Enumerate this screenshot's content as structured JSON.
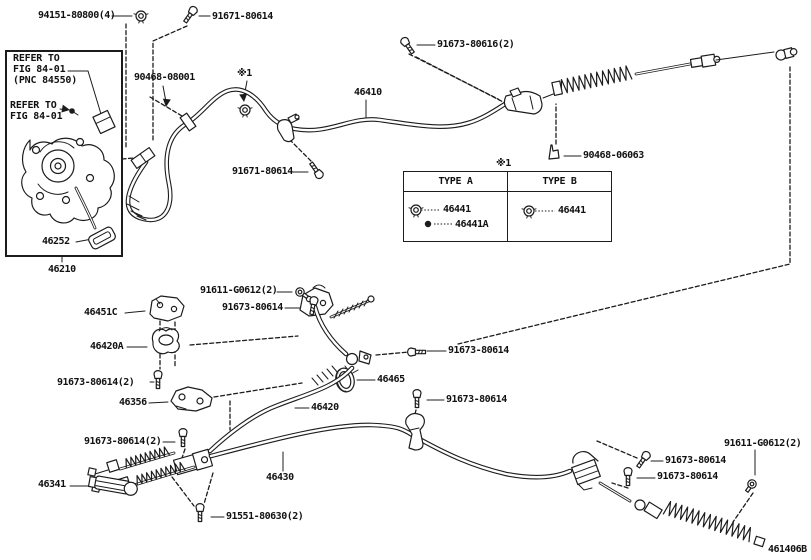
{
  "figure_code": "461406B",
  "colors": {
    "line": "#1c1c1c",
    "background": "#ffffff",
    "text": "#111111"
  },
  "notes": {
    "marker_top": "※1",
    "marker_table": "※1"
  },
  "refer_box": {
    "top_ref_line1": "REFER TO",
    "top_ref_line2": "FIG 84-01",
    "top_ref_line3": "(PNC 84550)",
    "bottom_ref_line1": "REFER TO",
    "bottom_ref_line2": "FIG 84-01"
  },
  "type_table": {
    "col_a": "TYPE A",
    "col_b": "TYPE B",
    "a_part1": "46441",
    "a_part2": "46441A",
    "b_part1": "46441"
  },
  "part_labels": {
    "nut_94151": "94151-80800(4)",
    "bolt_91671_top": "91671-80614",
    "bolt_91673_80616": "91673-80616(2)",
    "clamp_90468_08001": "90468-08001",
    "cable_46410": "46410",
    "bolt_91671_mid": "91671-80614",
    "clip_90468_06063": "90468-06063",
    "pad_46252": "46252",
    "pedal_46210": "46210",
    "screw_91611_left": "91611-G0612(2)",
    "bolt_91673_lever": "91673-80614",
    "bracket_46451C": "46451C",
    "clamp_46420A": "46420A",
    "bolt_91673_left2": "91673-80614(2)",
    "bracket_46356": "46356",
    "bolt_91673_equalizer": "91673-80614",
    "grommet_46465": "46465",
    "cable_46420": "46420",
    "bolt_91673_bracket": "91673-80614",
    "bolt_91673_lower_left2": "91673-80614(2)",
    "clevis_46341": "46341",
    "cable_46430": "46430",
    "bolt_91551": "91551-80630(2)",
    "screw_91611_right": "91611-G0612(2)",
    "bolt_91673_right1": "91673-80614",
    "bolt_91673_right2": "91673-80614"
  }
}
